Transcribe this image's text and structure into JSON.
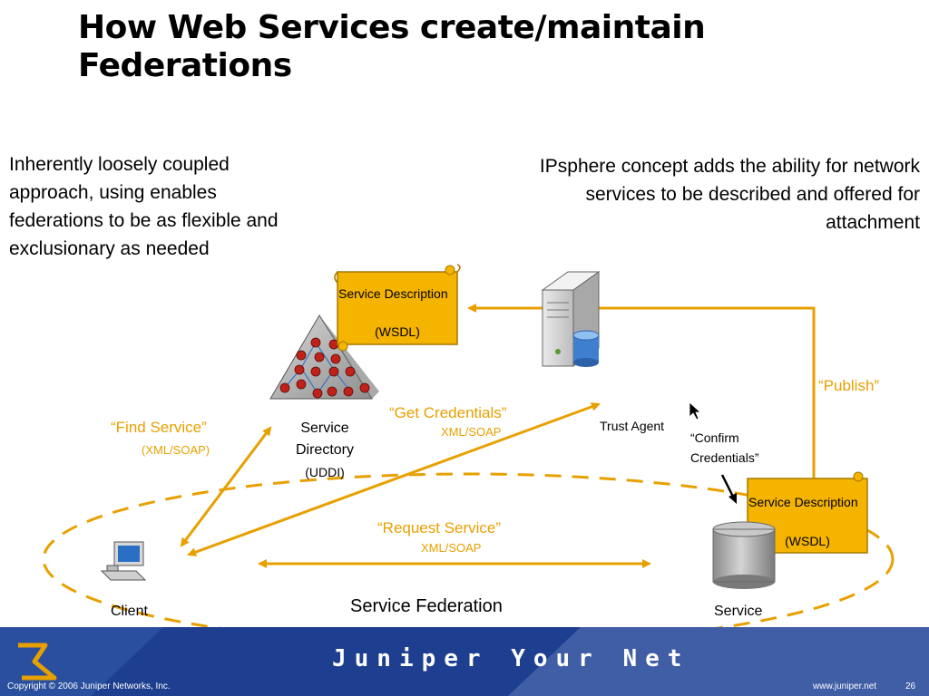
{
  "slide": {
    "title": "How Web Services create/maintain Federations",
    "left_text": "Inherently loosely coupled approach, using enables federations to be as flexible and exclusionary as needed",
    "right_text": "IPsphere concept adds the ability for network services to be described and offered for attachment"
  },
  "diagram": {
    "service_description_top": {
      "title": "Service Description",
      "sub": "(WSDL)"
    },
    "service_description_bottom": {
      "title": "Service Description",
      "sub": "(WSDL)"
    },
    "service_directory": {
      "line1": "Service",
      "line2": "Directory",
      "line3": "(UDDI)"
    },
    "trust_agent": "Trust Agent",
    "client": "Client",
    "service": "Service",
    "federation": "Service Federation",
    "publish": "“Publish”",
    "find_service": {
      "label": "“Find Service”",
      "sub": "(XML/SOAP)"
    },
    "get_credentials": {
      "label": "“Get Credentials”",
      "sub": "XML/SOAP"
    },
    "confirm_credentials": {
      "line1": "“Confirm",
      "line2": "Credentials”"
    },
    "request_service": {
      "label": "“Request Service”",
      "sub": "XML/SOAP"
    },
    "accent_color": "#e8a000",
    "icons": [
      "server-icon",
      "database-icon",
      "computer-icon",
      "pyramid-icon",
      "scroll-icon",
      "cursor-icon"
    ]
  },
  "footer": {
    "copyright": "Copyright © 2006 Juniper Networks, Inc.",
    "brand": "Juniper Your Net",
    "website": "www.juniper.net",
    "page_number": "26",
    "band_color": "#1e3f8f"
  }
}
